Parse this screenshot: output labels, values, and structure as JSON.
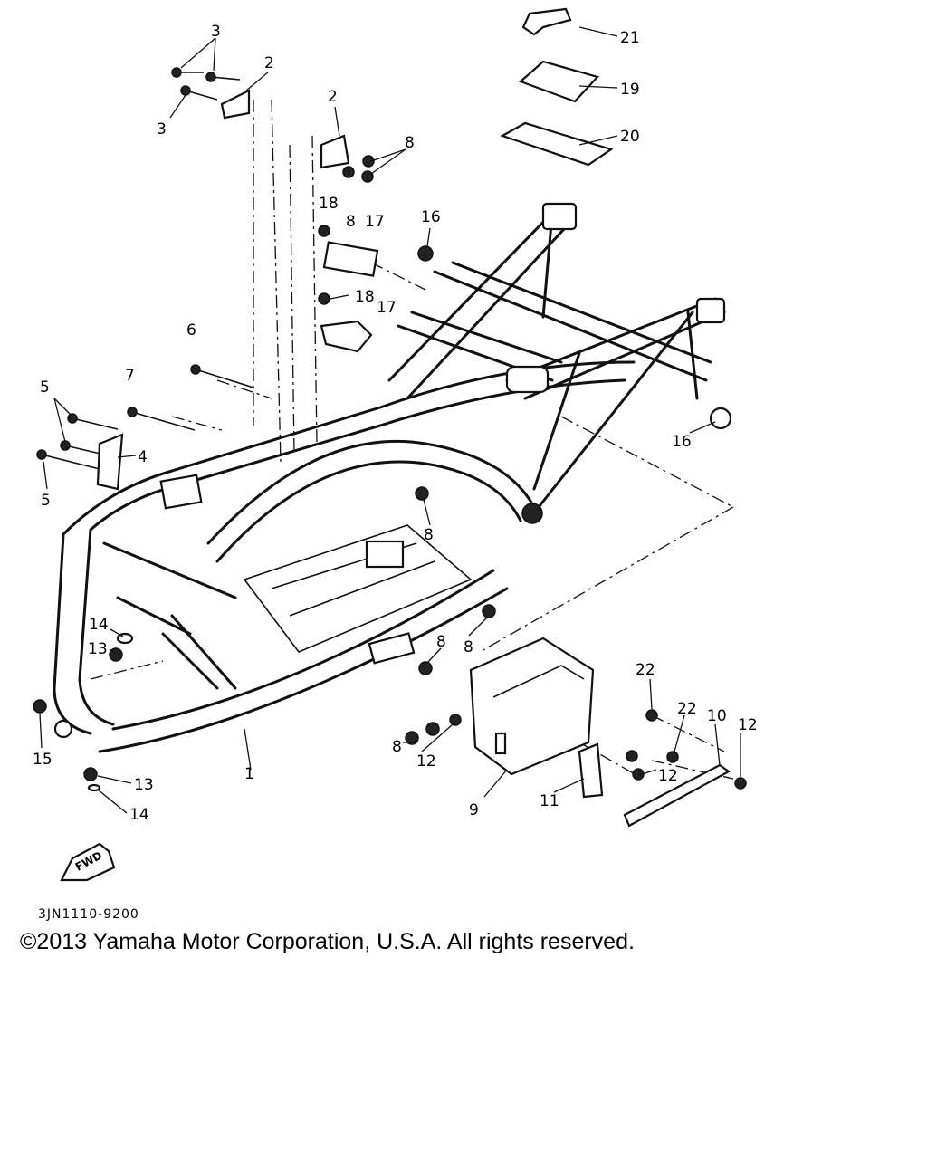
{
  "diagram": {
    "callouts": [
      {
        "id": "c1",
        "label": "1"
      },
      {
        "id": "c2a",
        "label": "2"
      },
      {
        "id": "c2b",
        "label": "2"
      },
      {
        "id": "c3a",
        "label": "3"
      },
      {
        "id": "c3b",
        "label": "3"
      },
      {
        "id": "c4",
        "label": "4"
      },
      {
        "id": "c5a",
        "label": "5"
      },
      {
        "id": "c5b",
        "label": "5"
      },
      {
        "id": "c6",
        "label": "6"
      },
      {
        "id": "c7",
        "label": "7"
      },
      {
        "id": "c8a",
        "label": "8"
      },
      {
        "id": "c8b",
        "label": "8"
      },
      {
        "id": "c8c",
        "label": "8"
      },
      {
        "id": "c8d",
        "label": "8"
      },
      {
        "id": "c8e",
        "label": "8"
      },
      {
        "id": "c8f",
        "label": "8"
      },
      {
        "id": "c9",
        "label": "9"
      },
      {
        "id": "c10",
        "label": "10"
      },
      {
        "id": "c11",
        "label": "11"
      },
      {
        "id": "c12a",
        "label": "12"
      },
      {
        "id": "c12b",
        "label": "12"
      },
      {
        "id": "c12c",
        "label": "12"
      },
      {
        "id": "c13a",
        "label": "13"
      },
      {
        "id": "c13b",
        "label": "13"
      },
      {
        "id": "c14a",
        "label": "14"
      },
      {
        "id": "c14b",
        "label": "14"
      },
      {
        "id": "c15",
        "label": "15"
      },
      {
        "id": "c16a",
        "label": "16"
      },
      {
        "id": "c16b",
        "label": "16"
      },
      {
        "id": "c17a",
        "label": "17"
      },
      {
        "id": "c17b",
        "label": "17"
      },
      {
        "id": "c18a",
        "label": "18"
      },
      {
        "id": "c18b",
        "label": "18"
      },
      {
        "id": "c19",
        "label": "19"
      },
      {
        "id": "c20",
        "label": "20"
      },
      {
        "id": "c21",
        "label": "21"
      },
      {
        "id": "c22a",
        "label": "22"
      },
      {
        "id": "c22b",
        "label": "22"
      }
    ],
    "fwd_label": "FWD",
    "drawing_code": "3JN1110-9200",
    "copyright": "©2013 Yamaha Motor Corporation, U.S.A. All rights reserved."
  }
}
